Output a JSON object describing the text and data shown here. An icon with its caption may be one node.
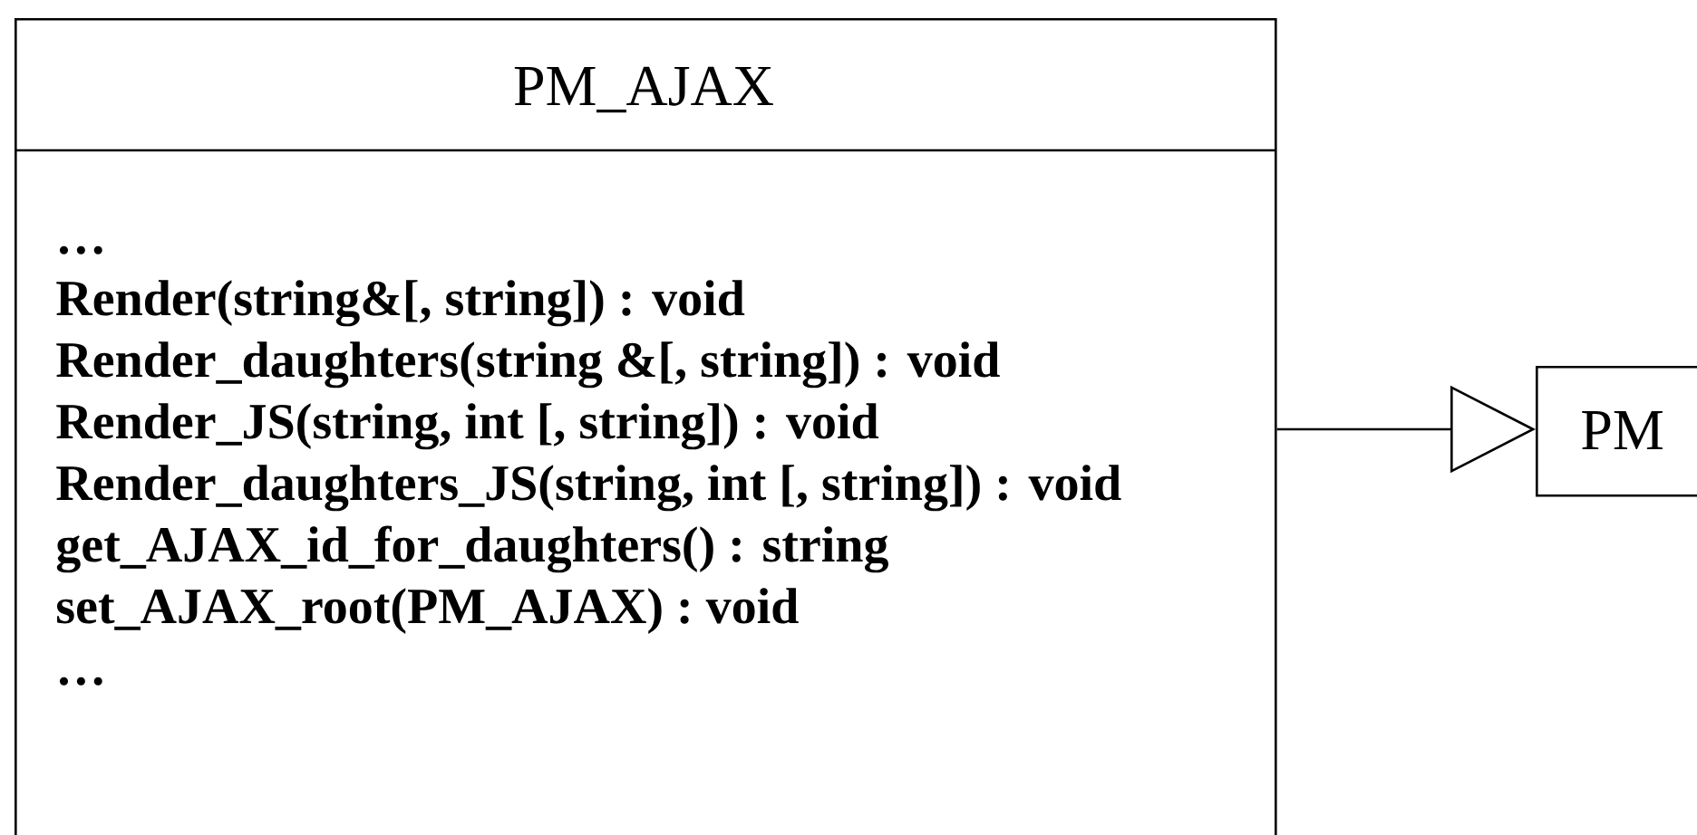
{
  "diagram": {
    "nodes": [
      {
        "text": [
          "PM_AJAX",
          "…",
          "Render(string&[, string]) : void",
          "Render_daughters(string &[, string]) : void",
          "Render_JS(string, int [, string]) : void",
          "Render_daughters_JS(string, int [, string]) : void",
          "get_AJAX_id_for_daughters() : string",
          "set_AJAX_root(PM_AJAX) : void",
          "…"
        ]
      },
      {
        "text": [
          "PM"
        ]
      }
    ],
    "edges": [
      {
        "from": 0,
        "to": 1,
        "arrow": "to"
      }
    ]
  }
}
